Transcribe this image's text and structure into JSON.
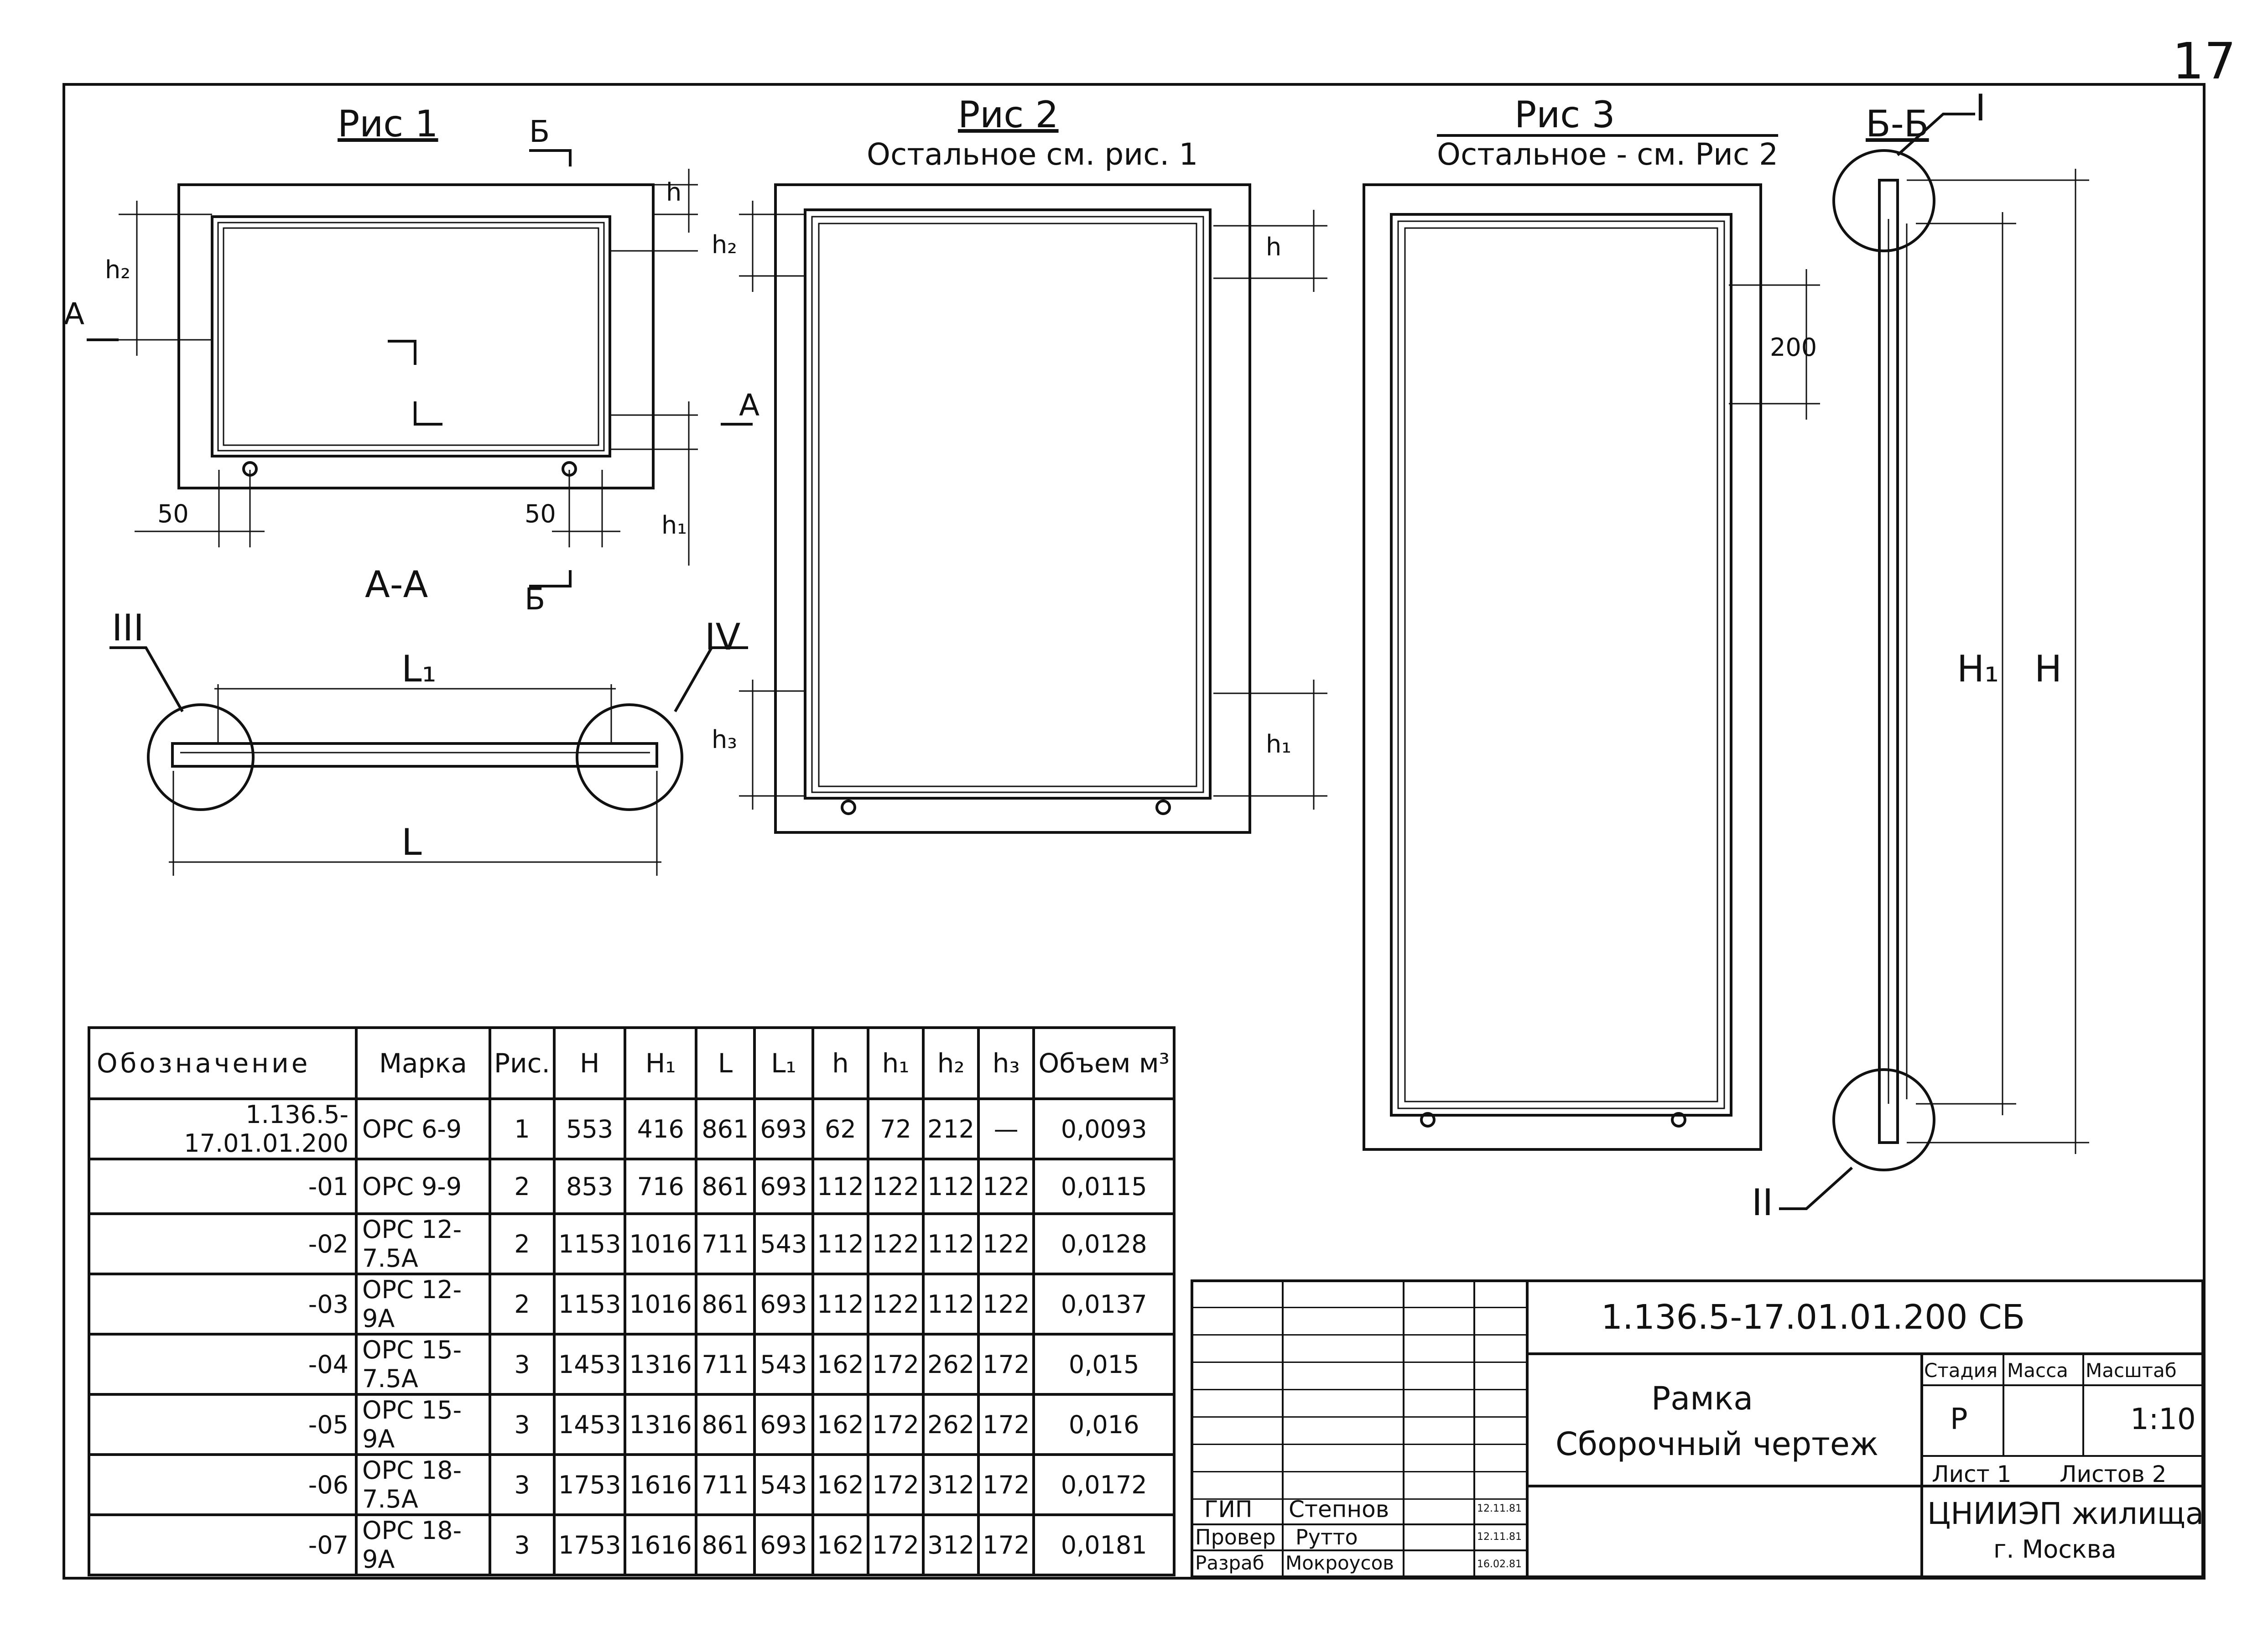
{
  "page_number": "17",
  "figures": {
    "fig1": {
      "title": "Рис 1"
    },
    "fig2": {
      "title": "Рис 2",
      "note": "Остальное см. рис. 1"
    },
    "fig3": {
      "title": "Рис 3",
      "note": "Остальное - см. Рис 2"
    },
    "section_bb": {
      "title": "Б-Б"
    },
    "section_aa": {
      "title": "А-А"
    }
  },
  "labels": {
    "b_mark": "Б",
    "a_mark": "А",
    "dim_50_left": "50",
    "dim_50_right": "50",
    "dim_200": "200",
    "h": "h",
    "h1": "h₁",
    "h2": "h₂",
    "h3": "h₃",
    "L": "L",
    "L1": "L₁",
    "H": "H",
    "H1": "H₁",
    "roman_I": "I",
    "roman_II": "II",
    "roman_III": "III",
    "roman_IV": "IV"
  },
  "table": {
    "headers": [
      "Обозначение",
      "Марка",
      "Рис.",
      "H",
      "H₁",
      "L",
      "L₁",
      "h",
      "h₁",
      "h₂",
      "h₃",
      "Объем м³"
    ],
    "rows": [
      [
        "1.136.5-17.01.01.200",
        "ОРС 6-9",
        "1",
        "553",
        "416",
        "861",
        "693",
        "62",
        "72",
        "212",
        "—",
        "0,0093"
      ],
      [
        "-01",
        "ОРС 9-9",
        "2",
        "853",
        "716",
        "861",
        "693",
        "112",
        "122",
        "112",
        "122",
        "0,0115"
      ],
      [
        "-02",
        "ОРС 12-7.5А",
        "2",
        "1153",
        "1016",
        "711",
        "543",
        "112",
        "122",
        "112",
        "122",
        "0,0128"
      ],
      [
        "-03",
        "ОРС 12-9А",
        "2",
        "1153",
        "1016",
        "861",
        "693",
        "112",
        "122",
        "112",
        "122",
        "0,0137"
      ],
      [
        "-04",
        "ОРС 15-7.5А",
        "3",
        "1453",
        "1316",
        "711",
        "543",
        "162",
        "172",
        "262",
        "172",
        "0,015"
      ],
      [
        "-05",
        "ОРС 15-9А",
        "3",
        "1453",
        "1316",
        "861",
        "693",
        "162",
        "172",
        "262",
        "172",
        "0,016"
      ],
      [
        "-06",
        "ОРС 18-7.5А",
        "3",
        "1753",
        "1616",
        "711",
        "543",
        "162",
        "172",
        "312",
        "172",
        "0,0172"
      ],
      [
        "-07",
        "ОРС 18-9А",
        "3",
        "1753",
        "1616",
        "861",
        "693",
        "162",
        "172",
        "312",
        "172",
        "0,0181"
      ]
    ]
  },
  "title_block": {
    "code": "1.136.5-17.01.01.200 СБ",
    "name_line1": "Рамка",
    "name_line2": "Сборочный чертеж",
    "stage_label": "Стадия",
    "mass_label": "Масса",
    "scale_label": "Масштаб",
    "stage": "Р",
    "scale": "1:10",
    "sheet": "Лист 1",
    "sheets": "Листов 2",
    "org_line1": "ЦНИИЭП жилища",
    "org_line2": "г. Москва",
    "roles": [
      {
        "role": "ГИП",
        "name": "Степнов",
        "date": "12.11.81"
      },
      {
        "role": "Провер",
        "name": "Рутто",
        "date": "12.11.81"
      },
      {
        "role": "Разраб",
        "name": "Мокроусов",
        "date": "16.02.81"
      }
    ]
  }
}
